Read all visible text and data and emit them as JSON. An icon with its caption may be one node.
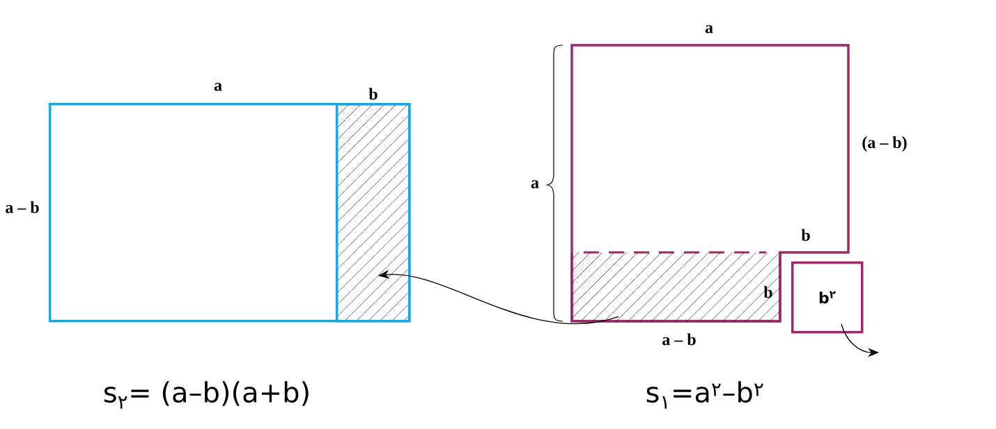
{
  "diagram": {
    "nodes": [
      {
        "text": [],
        "shape": "box"
      },
      {
        "text": [],
        "shape": "box",
        "in": 0
      },
      {
        "text": [],
        "shape": "box"
      },
      {
        "text": [],
        "shape": "box",
        "in": 2
      },
      {
        "text": [
          "b$^{۲}$"
        ]
      }
    ],
    "edges": [
      {
        "from": 3,
        "to": 1,
        "arrow": "to"
      },
      {
        "from": 4,
        "to": null,
        "arrow": "to"
      }
    ],
    "labels": [
      "a",
      "b",
      "a – b",
      "a",
      "(a – b)",
      "a",
      "b",
      "b",
      "a – b",
      "s$_{۲}$= (a–b)(a+b)",
      "s$_{۱}$=a$^{۲}$–b$^{۲}$"
    ]
  }
}
